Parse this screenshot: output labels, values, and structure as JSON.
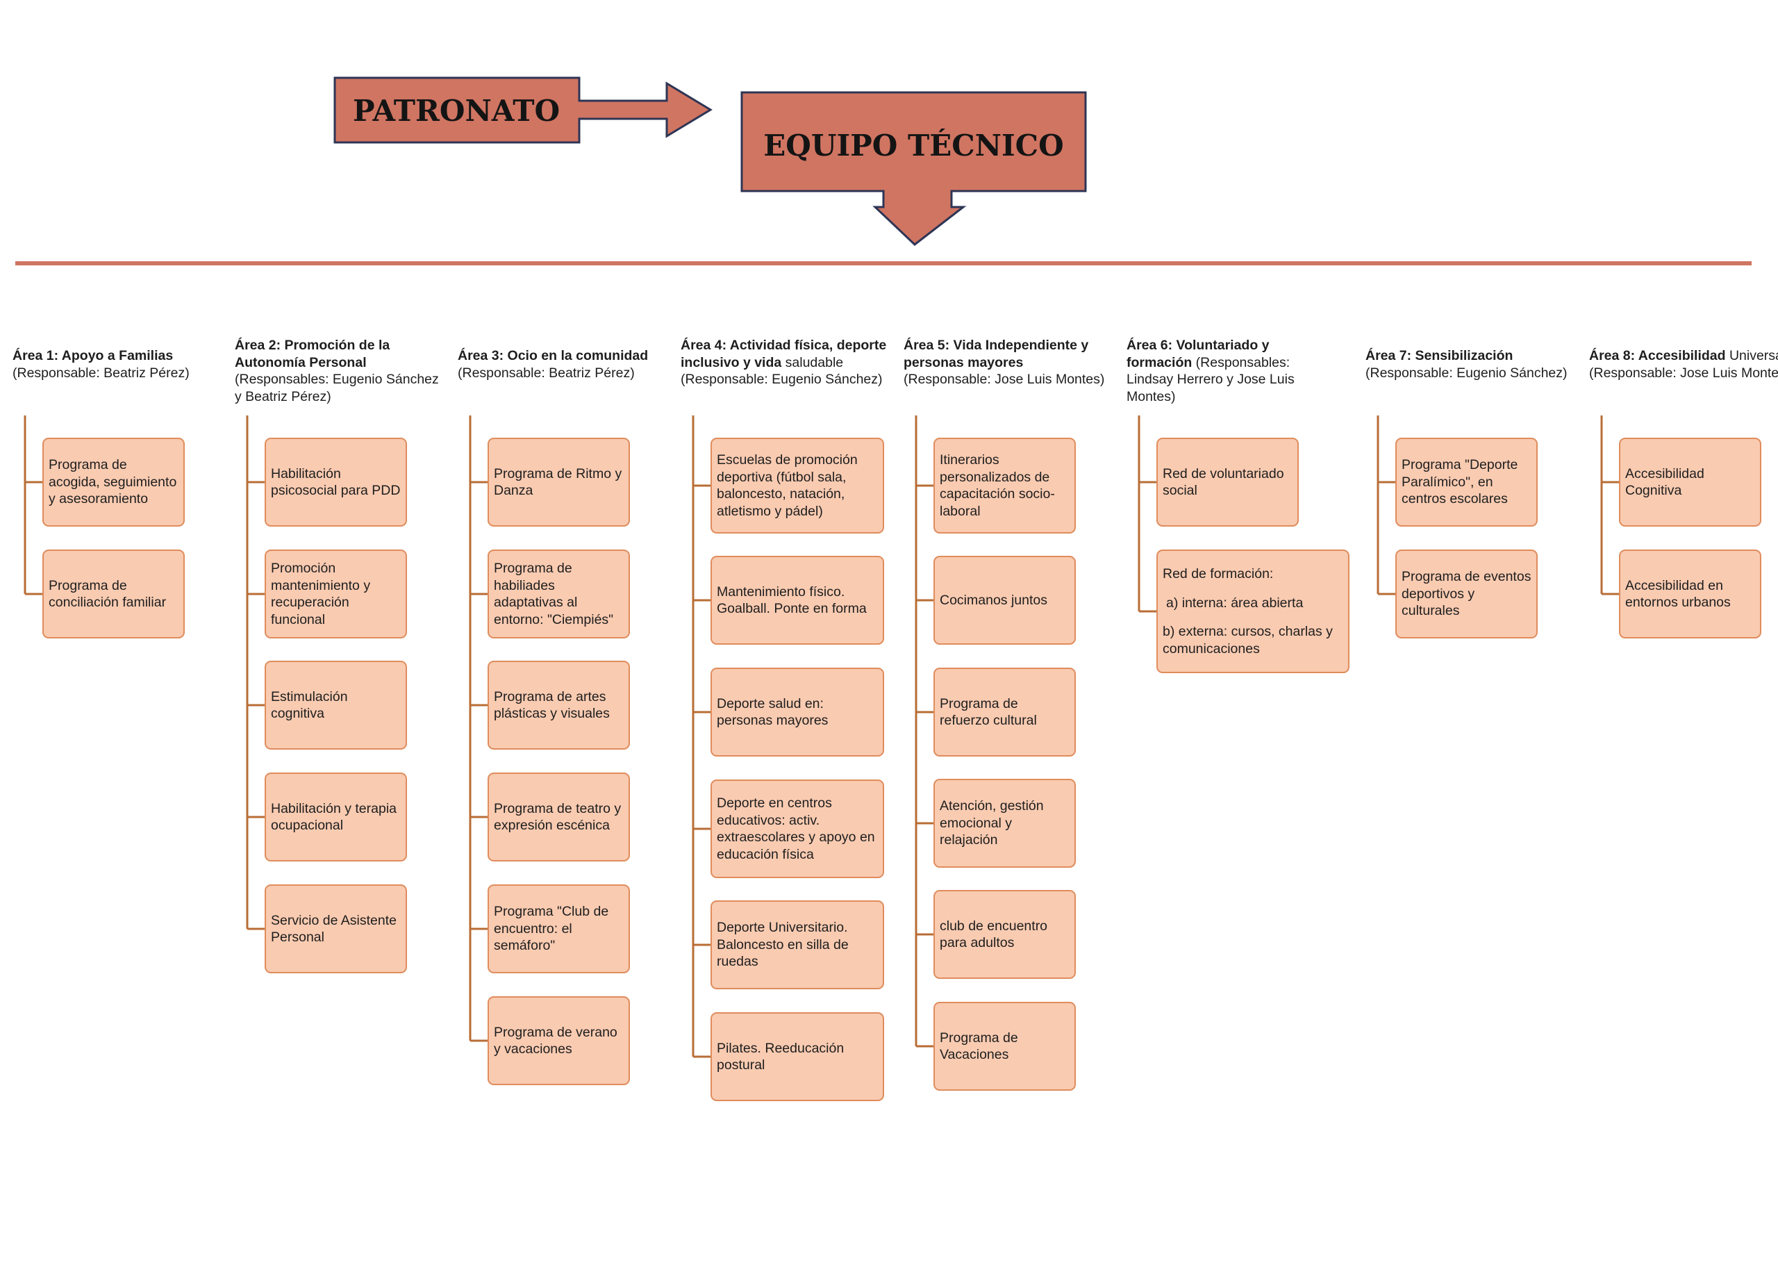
{
  "header": {
    "patronato": "PATRONATO",
    "equipo_tecnico": "EQUIPO TÉCNICO"
  },
  "colors": {
    "header_fill": "#d07562",
    "header_stroke": "#2e3555",
    "divider": "#d07562",
    "connector": "#b86d35",
    "box_fill": "#f9cbb1",
    "box_border": "#e08c5c"
  },
  "areas": [
    {
      "bold": "Área 1: Apoyo a Familias",
      "rest": " (Responsable: Beatriz Pérez)",
      "programs": [
        [
          "Programa de acogida, seguimiento y asesoramiento"
        ],
        [
          "Programa de conciliación familiar"
        ]
      ]
    },
    {
      "bold": "Área 2: Promoción de la Autonomía Personal",
      "rest": " (Responsables: Eugenio Sánchez y Beatriz Pérez)",
      "programs": [
        [
          "Habilitación psicosocial para PDD"
        ],
        [
          "Promoción mantenimiento y recuperación funcional"
        ],
        [
          "Estimulación cognitiva"
        ],
        [
          "Habilitación y terapia ocupacional"
        ],
        [
          "Servicio de Asistente Personal"
        ]
      ]
    },
    {
      "bold": "Área 3: Ocio en la comunidad",
      "rest": " (Responsable: Beatriz Pérez)",
      "programs": [
        [
          "Programa de Ritmo y Danza"
        ],
        [
          "Programa de habiliades adaptativas al entorno: \"Ciempiés\""
        ],
        [
          "Programa de artes plásticas y visuales"
        ],
        [
          "Programa de teatro y expresión escénica"
        ],
        [
          "Programa \"Club de encuentro: el semáforo\""
        ],
        [
          "Programa de verano y vacaciones"
        ]
      ]
    },
    {
      "bold": "Área 4: Actividad física, deporte inclusivo y vida",
      "rest": " saludable (Responsable: Eugenio Sánchez)",
      "programs": [
        [
          "Escuelas de promoción deportiva (fútbol sala, baloncesto, natación, atletismo y pádel)"
        ],
        [
          "Mantenimiento físico. Goalball. Ponte en forma"
        ],
        [
          "Deporte salud en: personas mayores"
        ],
        [
          "Deporte en centros educativos: activ. extraescolares y apoyo en educación física"
        ],
        [
          "Deporte Universitario. Baloncesto en silla de ruedas"
        ],
        [
          "Pilates. Reeducación postural"
        ]
      ]
    },
    {
      "bold": "Área 5: Vida Independiente y personas mayores",
      "rest": " (Responsable: Jose Luis Montes)",
      "programs": [
        [
          "Itinerarios personalizados de capacitación socio-laboral"
        ],
        [
          "Cocimanos juntos"
        ],
        [
          "Programa de refuerzo cultural"
        ],
        [
          "Atención, gestión emocional y relajación"
        ],
        [
          "club de encuentro para adultos"
        ],
        [
          "Programa de Vacaciones"
        ]
      ]
    },
    {
      "bold": "Área 6: Voluntariado y formación",
      "rest": " (Responsables: Lindsay Herrero y Jose Luis Montes)",
      "programs": [
        [
          "Red de voluntariado social"
        ],
        [
          "Red de formación:",
          "a) interna: área abierta",
          "b) externa: cursos, charlas y comunicaciones"
        ]
      ]
    },
    {
      "bold": "Área 7: Sensibilización",
      "rest": " (Responsable: Eugenio Sánchez)",
      "programs": [
        [
          " Programa \"Deporte Paralímico\",  en centros escolares"
        ],
        [
          "Programa de eventos deportivos y culturales"
        ]
      ]
    },
    {
      "bold": "Área 8: Accesibilidad",
      "rest": " Universal (Responsable: Jose Luis Montes)",
      "programs": [
        [
          "Accesibilidad Cognitiva"
        ],
        [
          "Accesibilidad en entornos urbanos"
        ]
      ]
    }
  ]
}
